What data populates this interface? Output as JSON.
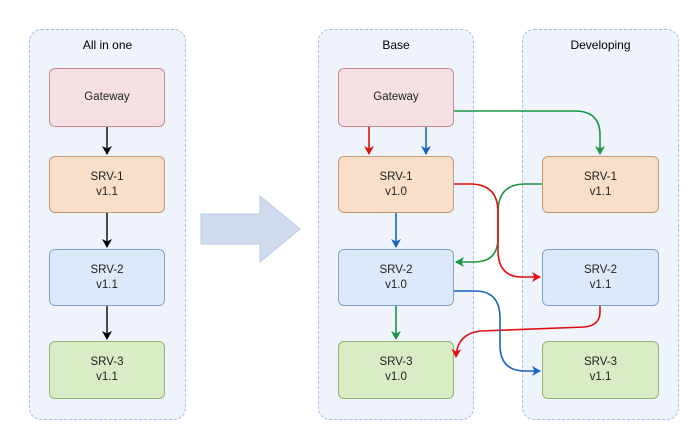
{
  "groups": {
    "all_in_one": {
      "title": "All in one",
      "gateway": "Gateway",
      "srv1": {
        "name": "SRV-1",
        "version": "v1.1"
      },
      "srv2": {
        "name": "SRV-2",
        "version": "v1.1"
      },
      "srv3": {
        "name": "SRV-3",
        "version": "v1.1"
      }
    },
    "base": {
      "title": "Base",
      "gateway": "Gateway",
      "srv1": {
        "name": "SRV-1",
        "version": "v1.0"
      },
      "srv2": {
        "name": "SRV-2",
        "version": "v1.0"
      },
      "srv3": {
        "name": "SRV-3",
        "version": "v1.0"
      }
    },
    "developing": {
      "title": "Developing",
      "srv1": {
        "name": "SRV-1",
        "version": "v1.1"
      },
      "srv2": {
        "name": "SRV-2",
        "version": "v1.1"
      },
      "srv3": {
        "name": "SRV-3",
        "version": "v1.1"
      }
    }
  },
  "colors": {
    "black_flow": "#000000",
    "red_flow": "#e01010",
    "blue_flow": "#1565c0",
    "green_flow": "#1a9640",
    "transition_arrow": "#cfdcee"
  }
}
